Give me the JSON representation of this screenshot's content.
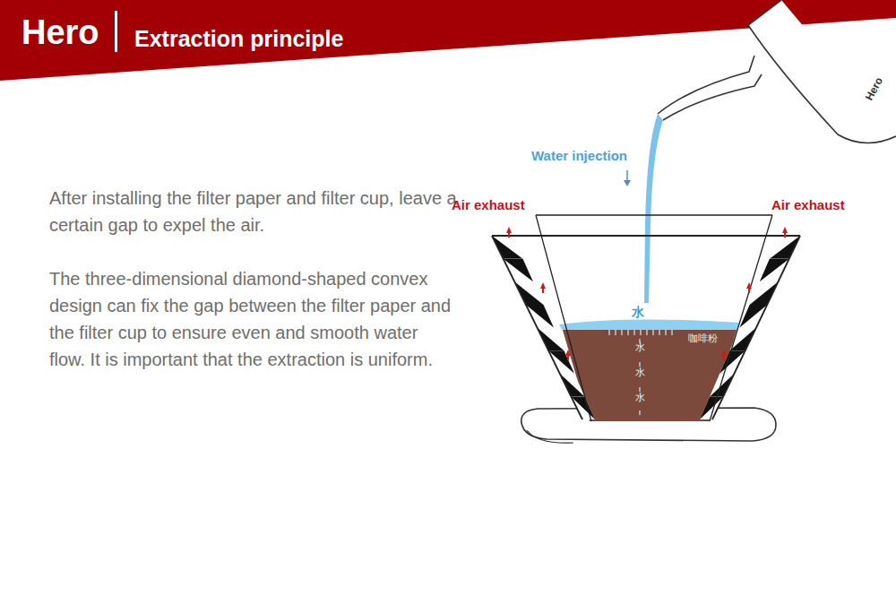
{
  "diagram": {
    "title": "Extraction principle",
    "labels": [
      "Hero",
      "After installing the filter paper and filter cup, leave a certain gap to expel the air.",
      "The three-dimensional diamond-shaped convex design can fix the gap between the filter paper and the filter cup to ensure even and smooth water flow. It is important that the extraction is uniform.",
      "Water injection",
      "Air exhaust",
      "Air exhaust",
      "水",
      "咖啡粉",
      "水",
      "水",
      "水",
      "Hero"
    ]
  }
}
